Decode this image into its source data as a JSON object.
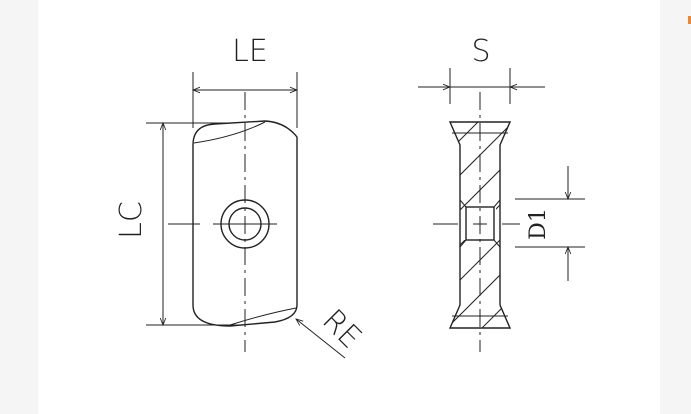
{
  "labels": {
    "le": "LE",
    "lc": "LC",
    "re": "RE",
    "s": "S",
    "d1": "D1"
  },
  "colors": {
    "line": "#222222",
    "background": "#ffffff",
    "side_panel": "#f5f5f5",
    "accent": "#e8863a"
  }
}
